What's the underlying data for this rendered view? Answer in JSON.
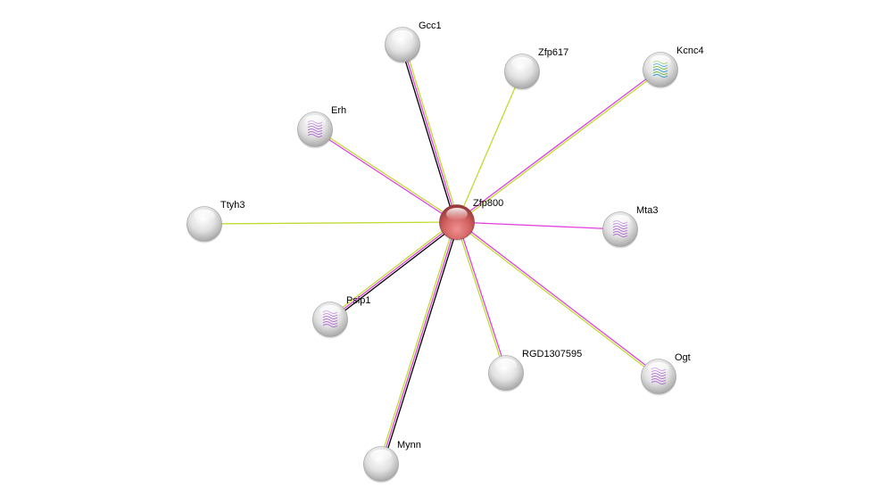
{
  "colors": {
    "coexpression": "#000000",
    "experiments": "#e040e0",
    "textmining": "#c0dc30",
    "query_node": "#d05a5a",
    "node": "#e0e0e0"
  },
  "query": "Zfp800",
  "nodes": [
    {
      "id": "Zfp800",
      "label": "Zfp800",
      "query": true
    },
    {
      "id": "Gcc1",
      "label": "Gcc1"
    },
    {
      "id": "Zfp617",
      "label": "Zfp617"
    },
    {
      "id": "Kcnc4",
      "label": "Kcnc4",
      "structure": true
    },
    {
      "id": "Erh",
      "label": "Erh",
      "structure": true
    },
    {
      "id": "Ttyh3",
      "label": "Ttyh3"
    },
    {
      "id": "Mta3",
      "label": "Mta3",
      "structure": true
    },
    {
      "id": "Psip1",
      "label": "Psip1",
      "structure": true
    },
    {
      "id": "RGD1307595",
      "label": "RGD1307595"
    },
    {
      "id": "Ogt",
      "label": "Ogt",
      "structure": true
    },
    {
      "id": "Mynn",
      "label": "Mynn"
    }
  ],
  "edges": [
    {
      "target": "Gcc1",
      "evidence": [
        "coexpression",
        "experiments",
        "textmining"
      ]
    },
    {
      "target": "Zfp617",
      "evidence": [
        "textmining"
      ]
    },
    {
      "target": "Kcnc4",
      "evidence": [
        "experiments",
        "textmining"
      ]
    },
    {
      "target": "Erh",
      "evidence": [
        "experiments",
        "textmining"
      ]
    },
    {
      "target": "Ttyh3",
      "evidence": [
        "textmining"
      ]
    },
    {
      "target": "Mta3",
      "evidence": [
        "experiments"
      ]
    },
    {
      "target": "Psip1",
      "evidence": [
        "coexpression",
        "experiments",
        "textmining"
      ]
    },
    {
      "target": "RGD1307595",
      "evidence": [
        "experiments",
        "textmining"
      ]
    },
    {
      "target": "Ogt",
      "evidence": [
        "experiments",
        "textmining"
      ]
    },
    {
      "target": "Mynn",
      "evidence": [
        "coexpression",
        "experiments",
        "textmining"
      ]
    }
  ]
}
